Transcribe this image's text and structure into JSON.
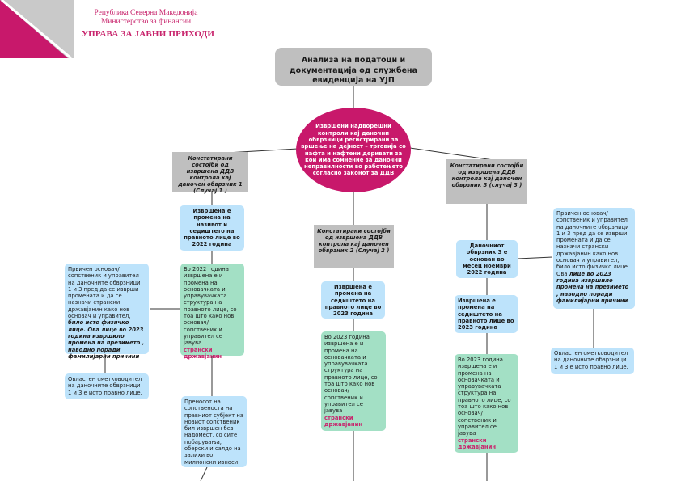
{
  "header": {
    "republic": "Република Северна Македонија",
    "ministry": "Министерство за финансии",
    "agency": "УПРАВА ЗА ЈАВНИ ПРИХОДИ"
  },
  "colors": {
    "brand_magenta": "#c8186b",
    "header_text": "#c8246c",
    "gray_box": "#bfbfbf",
    "blue_box": "#bde3fb",
    "green_box": "#a3e0c5"
  },
  "diagram": {
    "root": "Анализа на податоци и документација од службена евиденција на УЈП",
    "center": "Извршени надворешни контроли кај даночни обврзници регистрирани за вршење на дејност – трговија со нафта и нафтени деривати  за кои има сомнение за даночни неправилности во работењето согласно законот за ДДВ",
    "case1": {
      "title": "Констатирани состојби од извршена ДДВ контрола кај даночен обврзник 1 (Случај 1 )",
      "step1": "Извршена е промена на називот и седиштето на правното лице во 2022 година",
      "step2_text": "Во 2022 година извршена е и промена на основачката и управувачката структура на правното лице, со тоа што како нов основач/сопственик и управител се јавува",
      "step2_accent": "странски државјанин",
      "step3": "Преносот на сопственоста на правниот субјект на новиот сопственик бил извршен без надомест, со сите побарувања, оберски и салдо на залихи во милионски износи",
      "side_note_text": "Првичен основач/ сопственик и управител на даночните обврзници 1 и 3 пред да се изврши промената и да се назначи странски државјанин како нов основач и управител,",
      "side_note_emphasis": "било исто физичко лице. Ова лице во 2023 година извршило промена на презимето , наводно поради фамилијарни причини",
      "accountant_note": "Овластен сметководител на даночните обврзници 1 и 3 е исто правно лице."
    },
    "case2": {
      "title": "Констатирани состојби од извршена ДДВ контрола кај даночен обврзник 2 (Случај 2 )",
      "step1": "Извршена е промена на седиштето на правното лице во 2023 година",
      "step2_text": "Во 2023 година извршена е и промена на основачката и управувачката структура на правното лице, со тоа што како нов основач/сопственик и управител се јавува",
      "step2_accent": "странски државјанин"
    },
    "case3": {
      "title": "Констатирани состојби од извршена ДДВ контрола кај даночен обврзник  3 (случај 3 )",
      "step1": "Даночниот обврзник 3 е основан во месец ноември 2022 година",
      "step2": "Извршена е промена на седиштето на правното лице во 2023 година",
      "step3_text": "Во 2023 година извршена е и промена на основачката и управувачката структура на правното лице, со тоа што како нов основач/сопственик и управител се јавува",
      "step3_accent": "странски државјанин",
      "side_note_text": "Првичен основач/ сопственик и управител на даночните обврзници 1 и 3 пред да се изврши промената и да се назначи странски државјанин како нов основач и управител, било исто физичко лице. Ова",
      "side_note_emphasis": "лице во 2023 година извршило промена на презимето , наводно поради фамилијарни причини",
      "accountant_note": "Овластен сметководител на даночните обврзници 1 и 3 е исто правно лице."
    }
  }
}
